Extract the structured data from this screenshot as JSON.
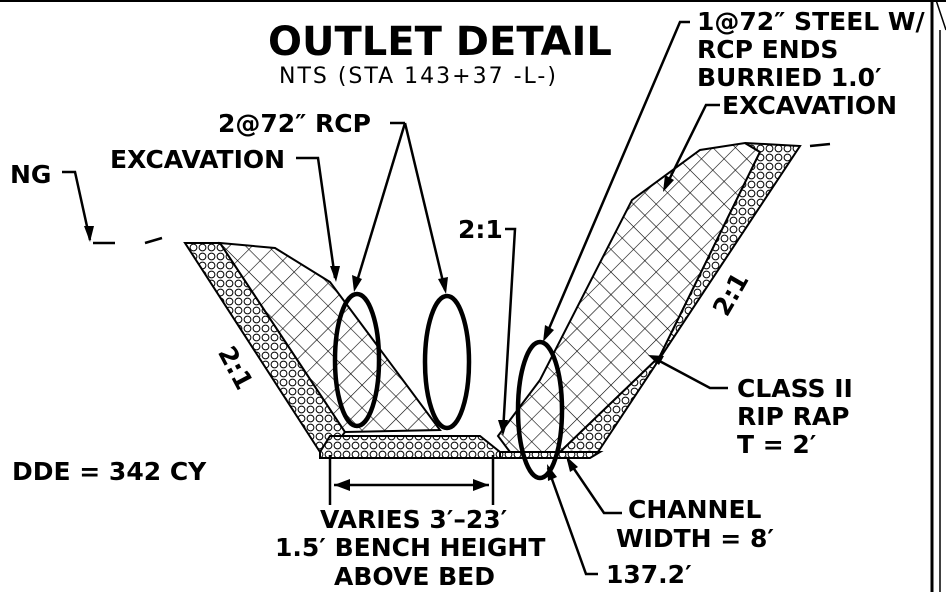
{
  "title": "OUTLET DETAIL",
  "subtitle": "NTS (STA 143+37 -L-)",
  "labels": {
    "ng": "NG",
    "excavation_left": "EXCAVATION",
    "rcp_pair": "2@72″ RCP",
    "steel_line1": "1@72″ STEEL W/",
    "steel_line2": "RCP ENDS",
    "steel_line3": "BURRIED 1.0′",
    "excavation_right": "EXCAVATION",
    "slope_left": "2:1",
    "slope_center": "2:1",
    "slope_right": "2:1",
    "riprap_line1": "CLASS II",
    "riprap_line2": "RIP RAP",
    "riprap_line3": "T = 2′",
    "dde": "DDE = 342  CY",
    "bench_line1": "VARIES 3′–23′",
    "bench_line2": "1.5′ BENCH  HEIGHT",
    "bench_line3": "ABOVE BED",
    "channel_line1": "CHANNEL",
    "channel_line2": "WIDTH   = 8′",
    "elevation": "137.2′"
  }
}
